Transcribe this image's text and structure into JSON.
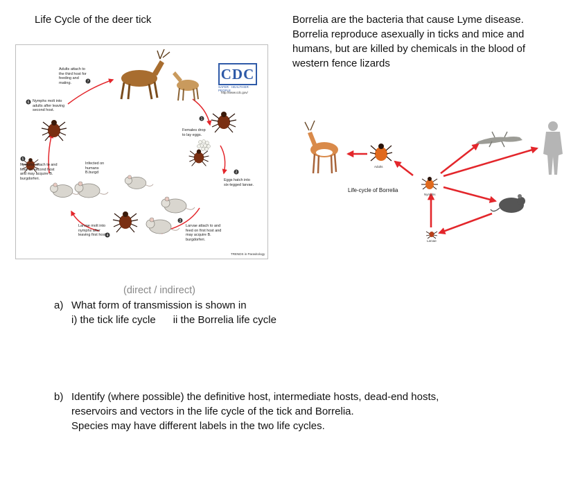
{
  "left": {
    "title": "Life Cycle of the deer tick",
    "figure": {
      "logo": "CDC",
      "logo_tagline": "SAFER · HEALTHIER · PEOPLE",
      "url": "http://www.cdc.gov/",
      "steps": [
        {
          "num": "1",
          "text": "Females drop to lay eggs."
        },
        {
          "num": "2",
          "text": "Eggs hatch into six-legged larvae."
        },
        {
          "num": "3",
          "text": "Larvae attach to and feed on first host and may acquire B. burgdorferi."
        },
        {
          "num": "4",
          "text": "Larvae molt into nymphs after leaving first host."
        },
        {
          "num": "5",
          "text": "Nymphs attach to and feed on second host and may acquire B. burgdorferi."
        },
        {
          "num": "6",
          "text": "Nymphs molt into adults after leaving second host."
        },
        {
          "num": "7",
          "text": "Adults attach to the third host for feeding and mating."
        }
      ],
      "infected_label": "Infected on humans B.burgd",
      "credit": "TRENDS in Parasitology"
    }
  },
  "right": {
    "description": "Borrelia are the bacteria  that cause Lyme disease. Borrelia reproduce asexually in ticks and mice and humans, but are killed by chemicals in the blood of western fence lizards",
    "figure": {
      "caption": "Life-cycle of Borrelia",
      "stage_adults": "Adults",
      "stage_nymphs": "Nymphs",
      "stage_larvae": "Larvae"
    }
  },
  "questions": {
    "a_hint": "(direct / indirect)",
    "a_letter": "a)",
    "a_text": "What form of transmission is shown in",
    "a_i": "i) the tick life cycle",
    "a_ii": "ii the Borrelia life cycle",
    "b_letter": "b)",
    "b_line1": "Identify  (where possible) the definitive host, intermediate hosts, dead-end hosts,",
    "b_line2": "reservoirs and vectors in the life cycle  of the  tick and Borrelia.",
    "b_line3": "Species may have different labels  in the two life cycles."
  },
  "colors": {
    "arrow_red": "#e3262b",
    "tick_body": "#7a2f12",
    "deer": "#a86d2f",
    "cdc_blue": "#2e5aa8"
  }
}
